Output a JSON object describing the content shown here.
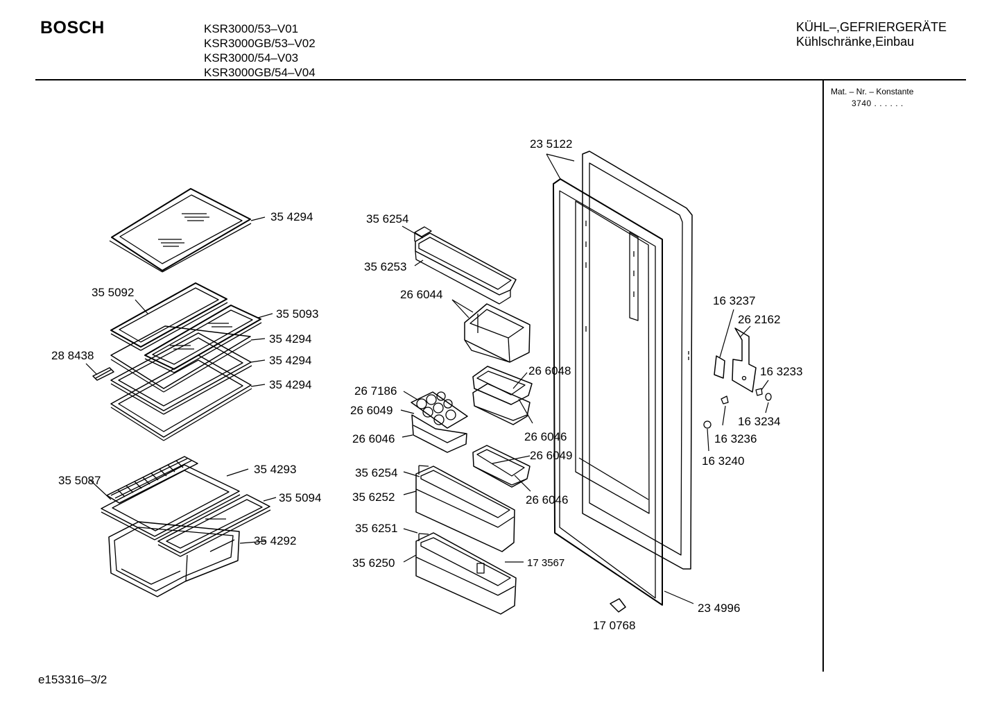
{
  "header": {
    "brand": "BOSCH",
    "models": [
      "KSR3000/53–V01",
      "KSR3000GB/53–V02",
      "KSR3000/54–V03",
      "KSR3000GB/54–V04"
    ],
    "category": "KÜHL–,GEFRIERGERÄTE",
    "subcategory": "Kühlschränke,Einbau"
  },
  "sidebar": {
    "mat_label": "Mat. – Nr. – Konstante",
    "mat_value": "3740 . . . . . ."
  },
  "footer": {
    "drawing_id": "e153316–3/2"
  },
  "parts": [
    {
      "id": "p1",
      "label": "35 4294"
    },
    {
      "id": "p2",
      "label": "35 5092"
    },
    {
      "id": "p3",
      "label": "35 5093"
    },
    {
      "id": "p4",
      "label": "35 4294"
    },
    {
      "id": "p5",
      "label": "28 8438"
    },
    {
      "id": "p6",
      "label": "35 4294"
    },
    {
      "id": "p7",
      "label": "35 4294"
    },
    {
      "id": "p8",
      "label": "35 4293"
    },
    {
      "id": "p9",
      "label": "35 5087"
    },
    {
      "id": "p10",
      "label": "35 5094"
    },
    {
      "id": "p11",
      "label": "35 4292"
    },
    {
      "id": "p12",
      "label": "35 6254"
    },
    {
      "id": "p13",
      "label": "35 6253"
    },
    {
      "id": "p14",
      "label": "26 6044"
    },
    {
      "id": "p15",
      "label": "26 7186"
    },
    {
      "id": "p16",
      "label": "26 6049"
    },
    {
      "id": "p17",
      "label": "26 6046"
    },
    {
      "id": "p18",
      "label": "26 6048"
    },
    {
      "id": "p19",
      "label": "26 6046"
    },
    {
      "id": "p20",
      "label": "26 6049"
    },
    {
      "id": "p21",
      "label": "26 6046"
    },
    {
      "id": "p22",
      "label": "35 6254"
    },
    {
      "id": "p23",
      "label": "35 6252"
    },
    {
      "id": "p24",
      "label": "35 6251"
    },
    {
      "id": "p25",
      "label": "35 6250"
    },
    {
      "id": "p26",
      "label": "17 3567"
    },
    {
      "id": "p27",
      "label": "23 5122"
    },
    {
      "id": "p28",
      "label": "16 3237"
    },
    {
      "id": "p29",
      "label": "26 2162"
    },
    {
      "id": "p30",
      "label": "16 3233"
    },
    {
      "id": "p31",
      "label": "16 3234"
    },
    {
      "id": "p32",
      "label": "16 3236"
    },
    {
      "id": "p33",
      "label": "16 3240"
    },
    {
      "id": "p34",
      "label": "23 4996"
    },
    {
      "id": "p35",
      "label": "17 0768"
    }
  ]
}
